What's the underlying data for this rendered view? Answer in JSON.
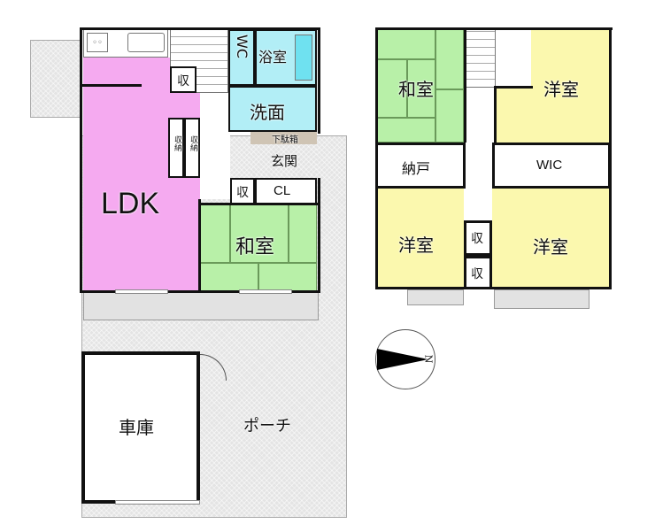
{
  "floor1": {
    "rooms": {
      "ldk": "LDK",
      "washitsu": "和室",
      "wc": "WC",
      "bath": "浴室",
      "washroom": "洗面",
      "shoebox": "下駄箱",
      "entrance": "玄関",
      "storage1": "収",
      "storage2": "収",
      "storage_tall_a": "収納",
      "storage_tall_b": "収納",
      "closet": "CL",
      "garage": "車庫",
      "porch": "ポーチ"
    }
  },
  "floor2": {
    "rooms": {
      "washitsu": "和室",
      "youshitsu_ne": "洋室",
      "nando": "納戸",
      "wic": "WIC",
      "youshitsu_sw": "洋室",
      "youshitsu_se": "洋室",
      "storage_a": "収",
      "storage_b": "収"
    }
  },
  "compass": {
    "north_label": "N"
  },
  "colors": {
    "ldk": "#f5aaf0",
    "washitsu": "#b8f0a8",
    "wet_area": "#b2eef6",
    "youshitsu": "#fbf8ae",
    "shoebox": "#cfc4b4",
    "porch": "#e4e4e4",
    "wall": "#111111"
  }
}
